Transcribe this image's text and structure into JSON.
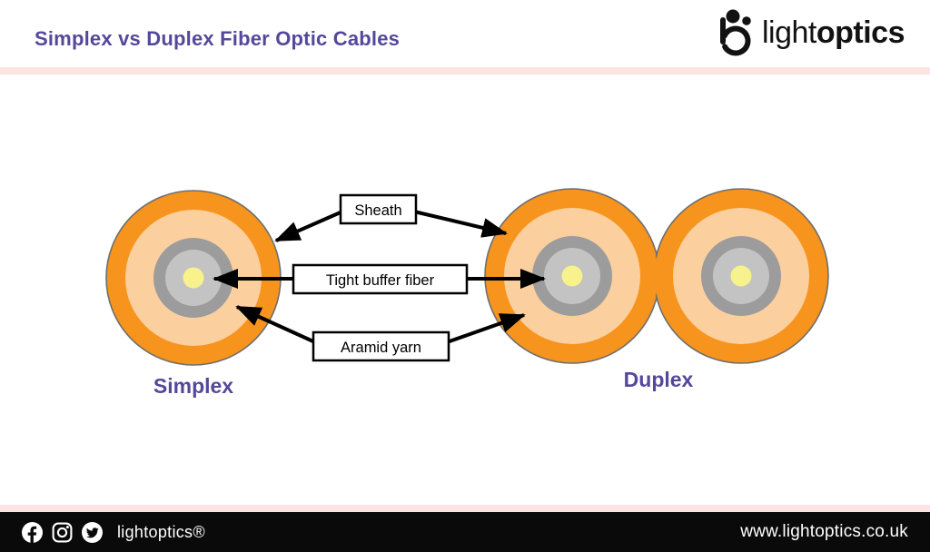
{
  "header": {
    "title": "Simplex vs Duplex Fiber Optic Cables",
    "logo": {
      "light": "light",
      "bold": "optics"
    }
  },
  "diagram": {
    "callouts": {
      "sheath": "Sheath",
      "tight_buffer_fiber": "Tight buffer fiber",
      "aramid_yarn": "Aramid yarn"
    },
    "cable_labels": {
      "simplex": "Simplex",
      "duplex": "Duplex"
    },
    "colors": {
      "sheath_orange": "#F7941E",
      "aramid_peach": "#FBCF9E",
      "buffer_gray": "#9C9C9C",
      "cladding_gray": "#C3C3C3",
      "core_yellow": "#F7F28B",
      "label_purple": "#54489B",
      "accent_pink": "#FBE4E2"
    }
  },
  "footer": {
    "social": {
      "facebook": "facebook-icon",
      "instagram": "instagram-icon",
      "twitter": "twitter-icon"
    },
    "brand": "lightoptics®",
    "website": "www.lightoptics.co.uk"
  }
}
